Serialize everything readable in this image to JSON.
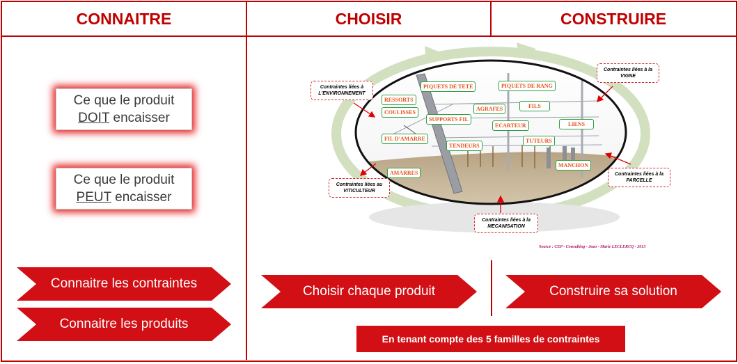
{
  "headers": {
    "connaitre": "CONNAITRE",
    "choisir": "CHOISIR",
    "construire": "CONSTRUIRE"
  },
  "cards": {
    "doit_line1": "Ce que le produit",
    "doit_word": "DOIT",
    "doit_rest": " encaisser",
    "peut_line1": "Ce que le produit",
    "peut_word": "PEUT",
    "peut_rest": " encaisser"
  },
  "arrows": {
    "contraintes": "Connaitre les contraintes",
    "produits": "Connaitre les produits",
    "choisir": "Choisir chaque produit",
    "construire": "Construire sa solution"
  },
  "note": "En tenant compte des 5 familles de contraintes",
  "diagram": {
    "labels": {
      "piquets_tete": "PIQUETS DE TETE",
      "piquets_rang": "PIQUETS DE RANG",
      "ressorts": "RESSORTS",
      "coulisses": "COULISSES",
      "agrafes": "AGRAFES",
      "fils": "FILS",
      "supports_fil": "SUPPORTS FIL",
      "ecarteur": "ECARTEUR",
      "liens": "LIENS",
      "fil_amarre": "FIL D'AMARRE",
      "tendeurs": "TENDEURS",
      "tuteurs": "TUTEURS",
      "manchon": "MANCHON",
      "amarres": "AMARRES"
    },
    "constraints": {
      "environnement": "Contraintes liées à L'ENVIRONNEMENT",
      "vigne": "Contraintes liées à la VIGNE",
      "viticulteur": "Contraintes liées au VITICULTEUR",
      "parcelle": "Contraintes liées à la PARCELLE",
      "mecanisation": "Contraintes liées à la MECANISATION"
    },
    "source": "Source : CEP - Consulting - Jean - Marie LECLERCQ - 2013"
  }
}
